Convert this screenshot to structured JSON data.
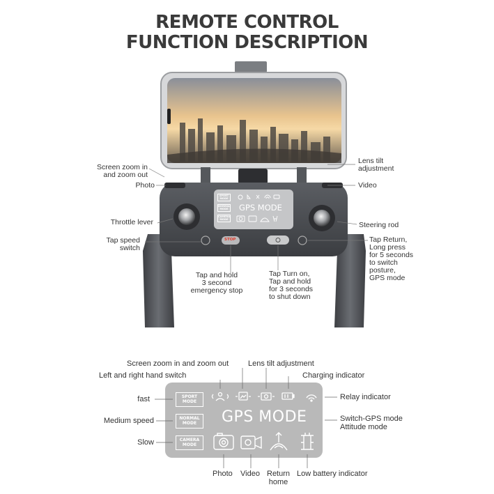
{
  "title": {
    "line1": "REMOTE CONTROL",
    "line2": "FUNCTION DESCRIPTION"
  },
  "controller_labels": {
    "screen_zoom": [
      "Screen zoom in",
      "and zoom out"
    ],
    "photo": "Photo",
    "lens_tilt": [
      "Lens tilt",
      "adjustment"
    ],
    "video": "Video",
    "throttle": "Throttle lever",
    "steering": "Steering rod",
    "tap_speed": [
      "Tap speed",
      "switch"
    ],
    "tap_return": [
      "Tap Return,",
      "Long press",
      "for 5 seconds",
      "to switch",
      "posture,",
      "GPS mode"
    ],
    "emergency_stop": [
      "Tap and hold",
      "3 second",
      "emergency stop"
    ],
    "turn_on": [
      "Tap Turn on,",
      "Tap and hold",
      "for 3 seconds",
      "to shut down"
    ]
  },
  "controller_screen": {
    "mode_text": "GPS MODE",
    "stop_button": "STOP",
    "modes": [
      [
        "SPORT",
        "MODE"
      ],
      [
        "NORMAL",
        "MODE"
      ],
      [
        "CAMERA",
        "MODE"
      ]
    ]
  },
  "screen_labels": {
    "screen_zoom": "Screen zoom in and zoom out",
    "lens_tilt": "Lens tilt adjustment",
    "left_right": "Left and right hand switch",
    "charging": "Charging indicator",
    "fast": "fast",
    "relay": "Relay indicator",
    "medium": "Medium speed",
    "switch_gps": [
      "Switch-GPS mode",
      "Attitude mode"
    ],
    "slow": "Slow",
    "photo": "Photo",
    "video": "Video",
    "return_home": [
      "Return",
      "home"
    ],
    "low_battery": "Low battery indicator"
  },
  "display": {
    "mode_text": "GPS MODE",
    "modes": [
      [
        "SPORT",
        "MODE"
      ],
      [
        "NORMAL",
        "MODE"
      ],
      [
        "CAMERA",
        "MODE"
      ]
    ]
  },
  "colors": {
    "title": "#3a3a3a",
    "controller_body": "#4a4d52",
    "screen_panel": "#b9b9b9",
    "stop_accent": "#e23a2a"
  },
  "icons": [
    "handedness-icon",
    "zoom-icon",
    "tilt-icon",
    "battery-icon",
    "wifi-icon",
    "camera-icon",
    "video-icon",
    "return-home-icon",
    "low-battery-icon"
  ]
}
